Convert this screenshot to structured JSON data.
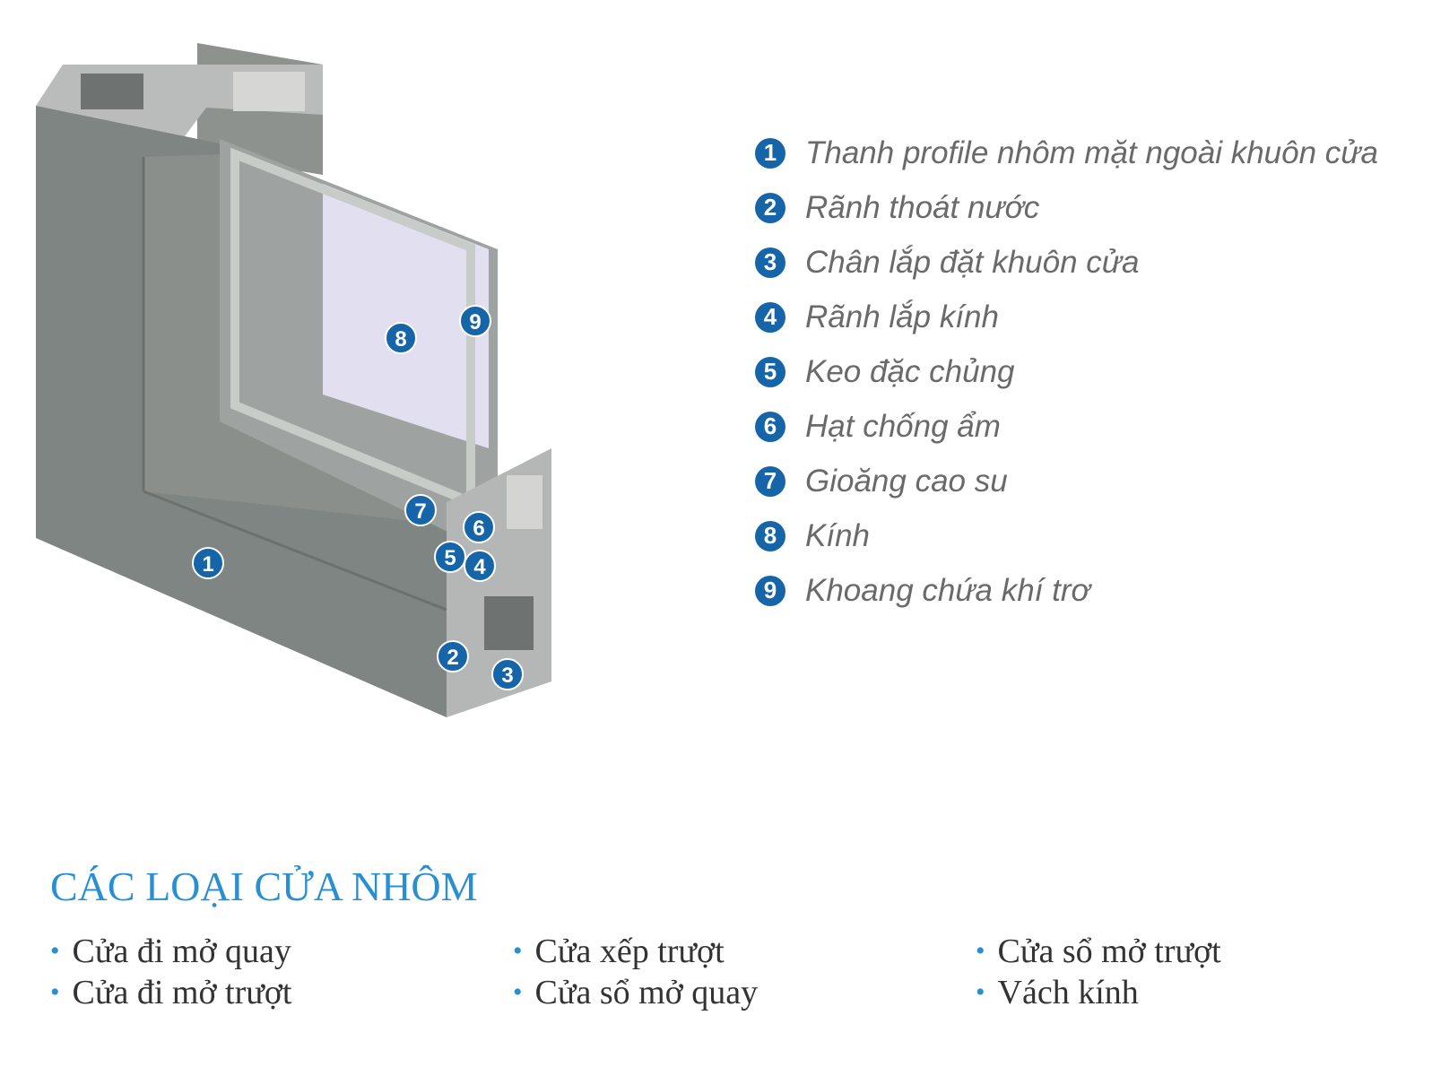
{
  "colors": {
    "accent": "#1565a8",
    "title": "#2a8fd1",
    "frame": "#7f8582",
    "glass": "#e2e0f0"
  },
  "legend": [
    {
      "num": "1",
      "text": "Thanh profile nhôm mặt ngoài khuôn cửa"
    },
    {
      "num": "2",
      "text": "Rãnh thoát nước"
    },
    {
      "num": "3",
      "text": "Chân lắp đặt khuôn cửa"
    },
    {
      "num": "4",
      "text": "Rãnh lắp kính"
    },
    {
      "num": "5",
      "text": "Keo đặc chủng"
    },
    {
      "num": "6",
      "text": "Hạt chống ẩm"
    },
    {
      "num": "7",
      "text": "Gioăng cao su"
    },
    {
      "num": "8",
      "text": "Kính"
    },
    {
      "num": "9",
      "text": "Khoang chứa khí trơ"
    }
  ],
  "section": {
    "title": "CÁC LOẠI CỬA NHÔM",
    "columns": [
      [
        "Cửa đi mở quay",
        "Cửa đi mở trượt"
      ],
      [
        "Cửa xếp trượt",
        "Cửa sổ mở quay"
      ],
      [
        "Cửa sổ mở trượt",
        "Vách kính"
      ]
    ]
  }
}
